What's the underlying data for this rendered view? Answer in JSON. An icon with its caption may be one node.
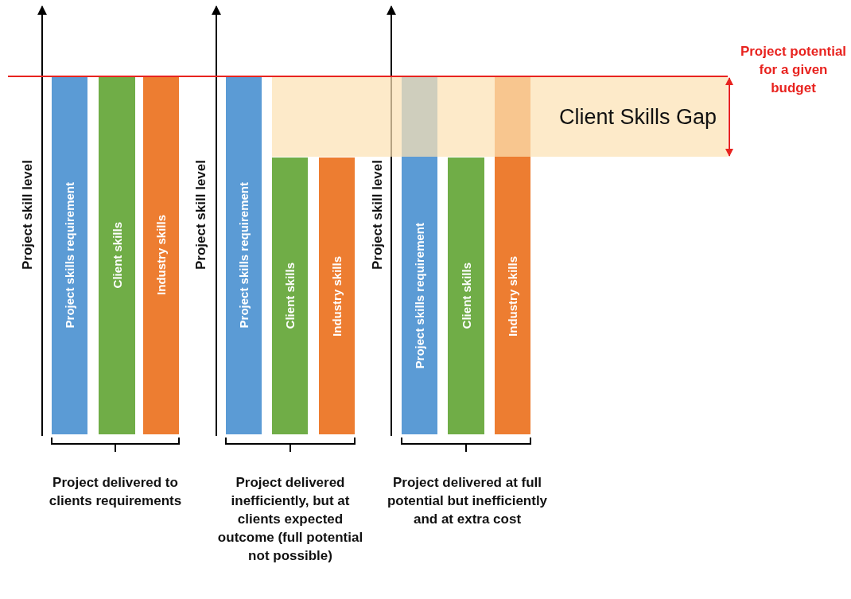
{
  "diagram": {
    "nodes": [
      {
        "text": [
          "Project skills requirement"
        ]
      },
      {
        "text": [
          "Client skills"
        ]
      },
      {
        "text": [
          "Industry skills"
        ]
      },
      {
        "text": [
          "Project skills requirement"
        ]
      },
      {
        "text": [
          "Client skills"
        ]
      },
      {
        "text": [
          "Industry skills"
        ]
      },
      {
        "text": [
          "Project skills requirement"
        ]
      },
      {
        "text": [
          "Client skills"
        ]
      },
      {
        "text": [
          "Industry skills"
        ]
      },
      {
        "text": [
          "Client Skills Gap"
        ]
      }
    ],
    "labels": [
      "Project potential for a given budget",
      "Project skill level",
      "Project skill level",
      "Project skill level",
      "Project delivered to clients requirements",
      "Project delivered inefficiently, but at clients expected outcome (full potential not possible)",
      "Project delivered at full potential but inefficiently and at extra cost"
    ]
  }
}
